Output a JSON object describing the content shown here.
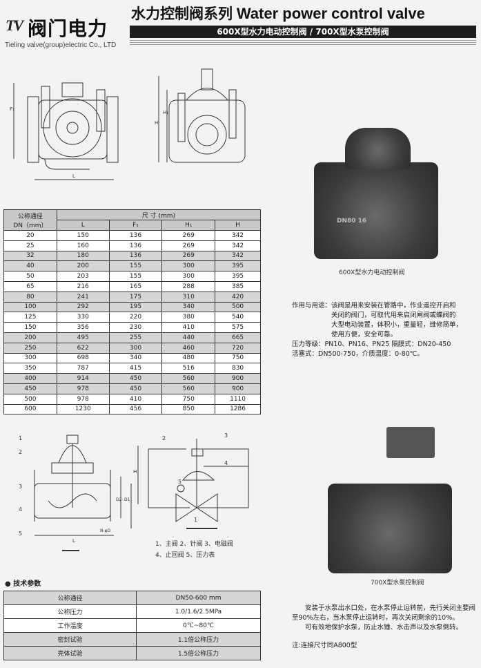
{
  "header": {
    "logo_mark": "TV",
    "logo_cn": "阀门电力",
    "company": "Tieling valve(group)electric Co., LTD",
    "title_cn": "水力控制阀系列",
    "title_en": "Water power control valve",
    "subtitle": "600X型水力电动控制阀  /  700X型水泵控制阀"
  },
  "drawing_labels": {
    "L": "L",
    "F1": "F₁",
    "H1": "H₁",
    "H": "H",
    "D1": "D1",
    "D2": "D2",
    "ND": "N-φD"
  },
  "dim_table": {
    "header_dn": [
      "公称通径",
      "DN（mm）"
    ],
    "header_group": "尺        寸 (mm)",
    "columns": [
      "L",
      "F₁",
      "H₁",
      "H"
    ],
    "rows": [
      [
        "20",
        "150",
        "136",
        "269",
        "342"
      ],
      [
        "25",
        "160",
        "136",
        "269",
        "342"
      ],
      [
        "32",
        "180",
        "136",
        "269",
        "342"
      ],
      [
        "40",
        "200",
        "155",
        "300",
        "395"
      ],
      [
        "50",
        "203",
        "155",
        "300",
        "395"
      ],
      [
        "65",
        "216",
        "165",
        "288",
        "385"
      ],
      [
        "80",
        "241",
        "175",
        "310",
        "420"
      ],
      [
        "100",
        "292",
        "195",
        "340",
        "500"
      ],
      [
        "125",
        "330",
        "220",
        "380",
        "540"
      ],
      [
        "150",
        "356",
        "230",
        "410",
        "575"
      ],
      [
        "200",
        "495",
        "255",
        "440",
        "665"
      ],
      [
        "250",
        "622",
        "300",
        "460",
        "720"
      ],
      [
        "300",
        "698",
        "340",
        "480",
        "750"
      ],
      [
        "350",
        "787",
        "415",
        "516",
        "830"
      ],
      [
        "400",
        "914",
        "450",
        "560",
        "900"
      ],
      [
        "450",
        "978",
        "450",
        "560",
        "900"
      ],
      [
        "500",
        "978",
        "410",
        "750",
        "1110"
      ],
      [
        "600",
        "1230",
        "456",
        "850",
        "1286"
      ]
    ]
  },
  "product1": {
    "caption": "600X型水力电动控制阀",
    "nameplate": "DN80 16",
    "desc_label": "作用与用途：",
    "desc_lines": [
      "该阀是用来安装在管路中，作业遥控开启和",
      "关闭的阀门，可取代用来启闭闸阀或蝶阀的",
      "大型电动装置，体积小，重量轻，维修简单，",
      "使用方便，安全可靠。"
    ],
    "spec_lines": [
      "压力等级：PN10、PN16、PN25  隔膜式：DN20-450",
      "活塞式：DN500-750，介质温度：0-80℃。"
    ]
  },
  "schematic": {
    "numbers": [
      "1",
      "2",
      "3",
      "4",
      "5"
    ],
    "legend": [
      "1、主阀 2、针阀 3、电磁阀",
      "4、止回阀 5、压力表"
    ]
  },
  "tech": {
    "heading": "技术参数",
    "rows": [
      [
        "公称通径",
        "DN50-600 mm"
      ],
      [
        "公称压力",
        "1.0/1.6/2.5MPa"
      ],
      [
        "工作温度",
        "0℃~80℃"
      ],
      [
        "密封试验",
        "1.1倍公称压力"
      ],
      [
        "壳体试验",
        "1.5倍公称压力"
      ]
    ]
  },
  "product2": {
    "caption": "700X型水泵控制阀",
    "para1": "安装于水泵出水口处，在水泵停止运转前，先行关闭主要阀至90%左右，当水泵停止运转时，再次关闭剩余的10%。",
    "para2": "可有效地保护水泵，防止水锤、水击声以及水泵倒转。",
    "note": "注:连接尺寸同A800型"
  }
}
